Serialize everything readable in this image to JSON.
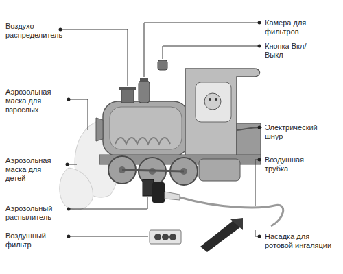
{
  "diagram": {
    "labels": [
      "Воздухо- распределитель",
      "Камера для фильтров",
      "Кнопка Вкл/Выкл",
      "Аэрозольная маска для взрослых",
      "Электрический шнур",
      "Аэрозольная маска для детей",
      "Воздушная трубка",
      "Аэрозольный распылитель",
      "Воздушный фильтр",
      "Насадка для ротовой ингаляции"
    ]
  }
}
